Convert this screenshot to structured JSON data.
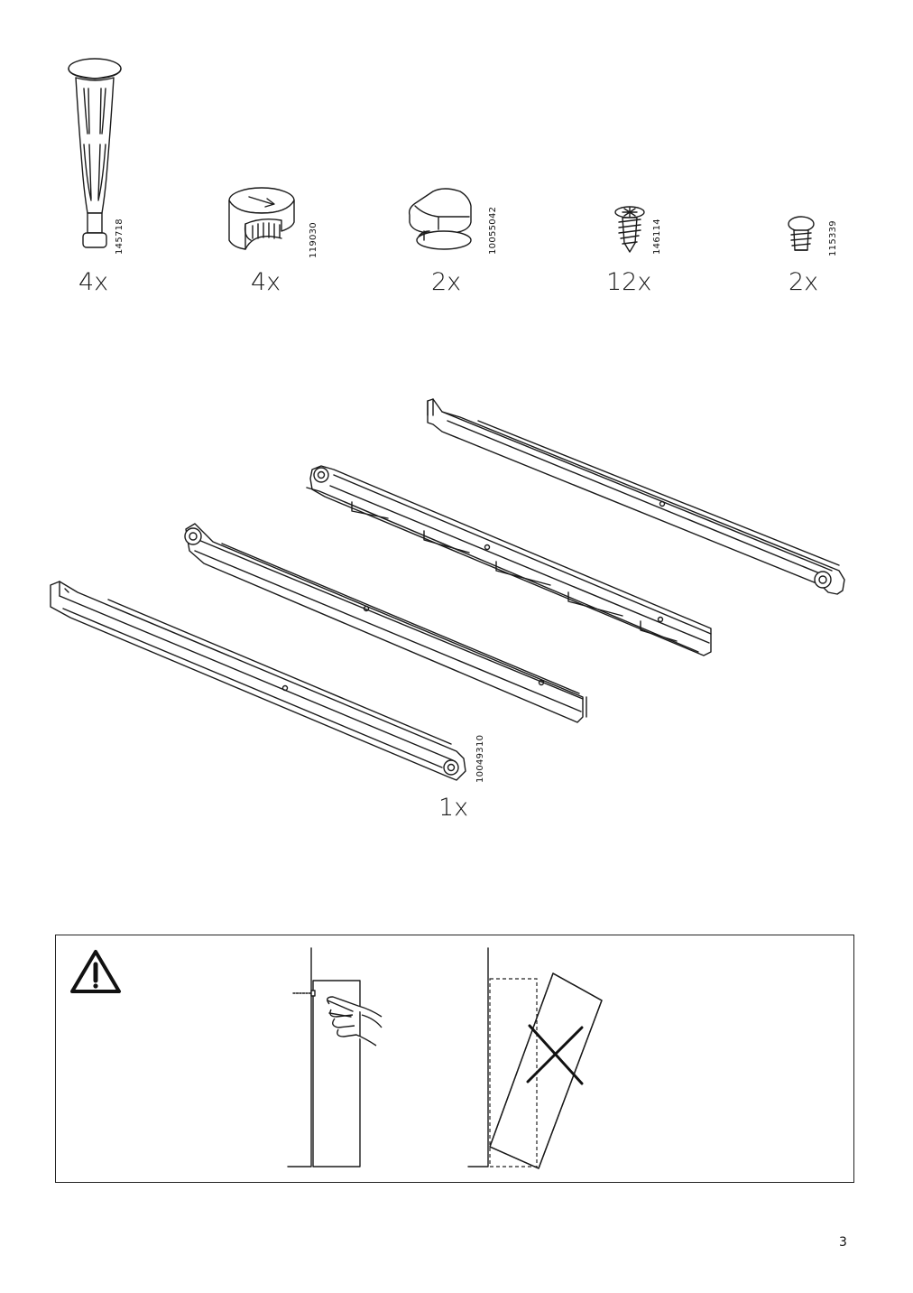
{
  "parts": [
    {
      "part_number": "145718",
      "quantity": "4x",
      "icon": "dowel-leg-icon"
    },
    {
      "part_number": "119030",
      "quantity": "4x",
      "icon": "cam-lock-icon"
    },
    {
      "part_number": "10055042",
      "quantity": "2x",
      "icon": "clip-cap-icon"
    },
    {
      "part_number": "146114",
      "quantity": "12x",
      "icon": "screw-icon"
    },
    {
      "part_number": "115339",
      "quantity": "2x",
      "icon": "small-screw-icon"
    }
  ],
  "rails": {
    "part_number": "10049310",
    "quantity": "1x",
    "icon": "drawer-rail-set-icon"
  },
  "warning": {
    "icon": "warning-triangle-icon",
    "do_icon": "hand-holding-panel-icon",
    "dont_icon": "falling-panel-cross-icon"
  },
  "page_number": "3"
}
